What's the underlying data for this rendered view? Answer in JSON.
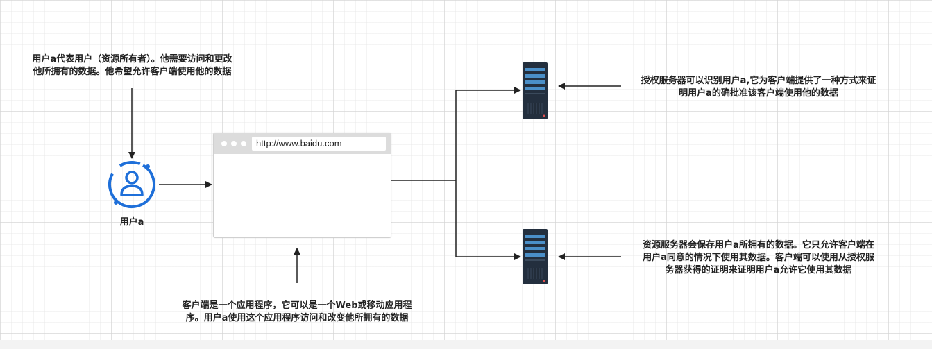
{
  "diagram": {
    "user": {
      "name": "用户a",
      "description": "用户a代表用户（资源所有者）。他需要访问和更改\n他所拥有的数据。他希望允许客户端使用他的数据"
    },
    "client": {
      "url": "http://www.baidu.com",
      "description": "客户端是一个应用程序，它可以是一个Web或移动应用程\n序。用户a使用这个应用程序访问和改变他所拥有的数据"
    },
    "auth_server": {
      "description": "授权服务器可以识别用户a,它为客户端提供了一种方式来证\n明用户a的确批准该客户端使用他的数据"
    },
    "resource_server": {
      "description": "资源服务器会保存用户a所拥有的数据。它只允许客户端在\n用户a同意的情况下使用其数据。客户端可以使用从授权服\n务器获得的证明来证明用户a允许它使用其数据"
    },
    "colors": {
      "user_icon": "#1e6fd9",
      "server_body": "#232f3e",
      "server_panel": "#4a8fc8",
      "arrow": "#222222",
      "browser_bar": "#dcdcdc"
    },
    "icons": {
      "user": "user-circle-icon",
      "server": "server-rack-icon"
    }
  }
}
